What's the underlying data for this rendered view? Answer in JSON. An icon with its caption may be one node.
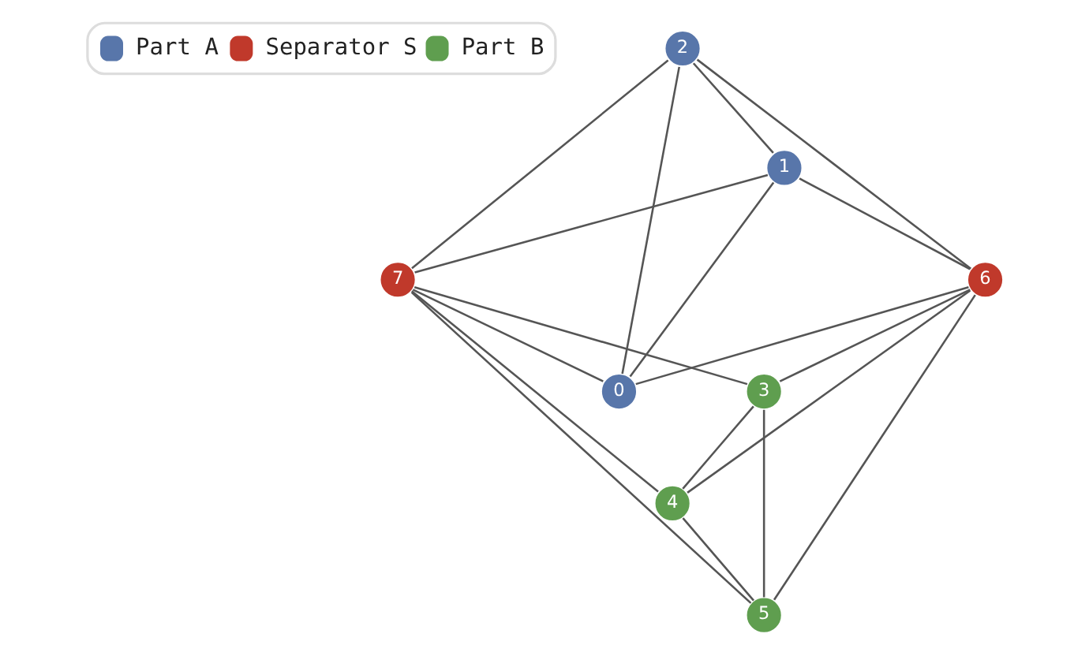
{
  "diagram": {
    "nodes": [
      {
        "text": [
          "0"
        ]
      },
      {
        "text": [
          "1"
        ]
      },
      {
        "text": [
          "2"
        ]
      },
      {
        "text": [
          "3"
        ]
      },
      {
        "text": [
          "4"
        ]
      },
      {
        "text": [
          "5"
        ]
      },
      {
        "text": [
          "6"
        ]
      },
      {
        "text": [
          "7"
        ]
      }
    ],
    "edges": [
      {
        "from": 2,
        "to": 1,
        "arrow": "none"
      },
      {
        "from": 2,
        "to": 7,
        "arrow": "none"
      },
      {
        "from": 2,
        "to": 6,
        "arrow": "none"
      },
      {
        "from": 2,
        "to": 0,
        "arrow": "none"
      },
      {
        "from": 1,
        "to": 7,
        "arrow": "none"
      },
      {
        "from": 1,
        "to": 6,
        "arrow": "none"
      },
      {
        "from": 1,
        "to": 0,
        "arrow": "none"
      },
      {
        "from": 7,
        "to": 0,
        "arrow": "none"
      },
      {
        "from": 6,
        "to": 0,
        "arrow": "none"
      },
      {
        "from": 7,
        "to": 3,
        "arrow": "none"
      },
      {
        "from": 6,
        "to": 3,
        "arrow": "none"
      },
      {
        "from": 7,
        "to": 5,
        "arrow": "none"
      },
      {
        "from": 6,
        "to": 5,
        "arrow": "none"
      },
      {
        "from": 7,
        "to": 4,
        "arrow": "none"
      },
      {
        "from": 6,
        "to": 4,
        "arrow": "none"
      },
      {
        "from": 3,
        "to": 4,
        "arrow": "none"
      },
      {
        "from": 3,
        "to": 5,
        "arrow": "none"
      },
      {
        "from": 4,
        "to": 5,
        "arrow": "none"
      }
    ],
    "legend": [
      {
        "text": "Part A",
        "color": "#5876aa"
      },
      {
        "text": "Separator S",
        "color": "#c0392b"
      },
      {
        "text": "Part B",
        "color": "#5f9e4f"
      }
    ]
  }
}
